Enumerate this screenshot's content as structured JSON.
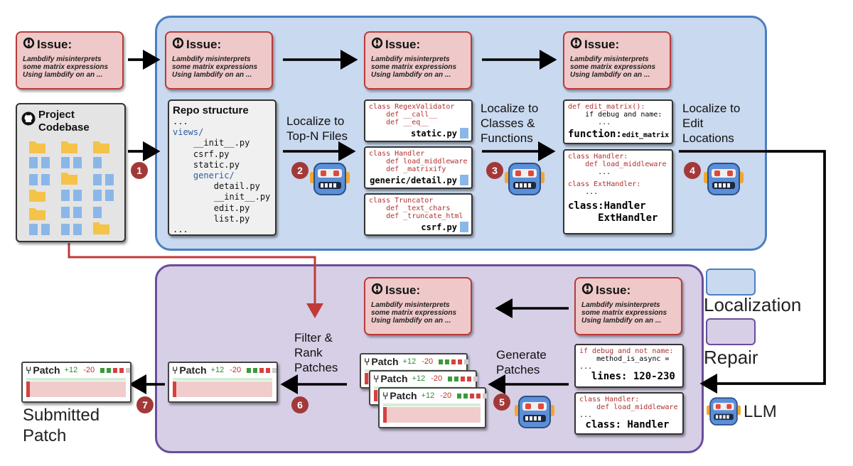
{
  "colors": {
    "localization_fill": "#c9d9ef",
    "localization_border": "#4a7fc1",
    "repair_fill": "#d7cfe6",
    "repair_border": "#6a4d9c",
    "issue_fill": "#efc9c9",
    "issue_border": "#b83b3b",
    "badge": "#a33838",
    "red_arrow": "#c03a3a"
  },
  "issue": {
    "title": "Issue:",
    "text": "Lambdify misinterprets\nsome matrix expressions\nUsing lambdify on an ..."
  },
  "project": {
    "title": "Project\nCodebase",
    "icon": "github-icon"
  },
  "repo": {
    "title": "Repo structure",
    "tree": [
      "...",
      "views/",
      "    __init__.py",
      "    csrf.py",
      "    static.py",
      "    generic/",
      "        detail.py",
      "        __init__.py",
      "        edit.py",
      "        list.py",
      "..."
    ]
  },
  "steps": {
    "localize_files": "Localize to\nTop-N Files",
    "localize_classes": "Localize to\nClasses &\nFunctions",
    "localize_edit": "Localize to\nEdit\nLocations",
    "generate": "Generate\nPatches",
    "filter_rank": "Filter &\nRank\nPatches"
  },
  "badges": [
    "1",
    "2",
    "3",
    "4",
    "5",
    "6",
    "7"
  ],
  "files": [
    {
      "cls": "class RegexValidator",
      "m1": "    def __call__",
      "m2": "    def __eq__",
      "file": "static.py"
    },
    {
      "cls": "class Handler",
      "m1": "    def load_middleware",
      "m2": "    def _matrixify",
      "file": "generic/detail.py"
    },
    {
      "cls": "class Truncator",
      "m1": "    def _text_chars",
      "m2": "    def _truncate_html",
      "file": "csrf.py"
    }
  ],
  "functions": {
    "box1": {
      "l1": "def edit_matrix():",
      "l2": "    if debug and name:",
      "l3": "       ...",
      "big_key": "function:",
      "big_val": "edit_matrix"
    },
    "box2": {
      "l1": "class Handler:",
      "l2": "    def load_middleware",
      "l3": "       ...",
      "l4": "class ExtHandler:",
      "l5": "    ...",
      "big1": "class:Handler",
      "big2": "     ExtHandler"
    }
  },
  "edits": {
    "box1": {
      "l1": "if debug and not name:",
      "l2": "    method_is_async =",
      "l3": "...",
      "big": "  lines: 120-230"
    },
    "box2": {
      "l1": "class Handler:",
      "l2": "    def load_middleware",
      "l3": "...",
      "big": " class: Handler"
    }
  },
  "patch": {
    "title": "Patch",
    "add": "+12",
    "del": "-20"
  },
  "legend": {
    "localization": "Localization",
    "repair": "Repair",
    "llm": "LLM"
  },
  "submitted": "Submitted\nPatch"
}
